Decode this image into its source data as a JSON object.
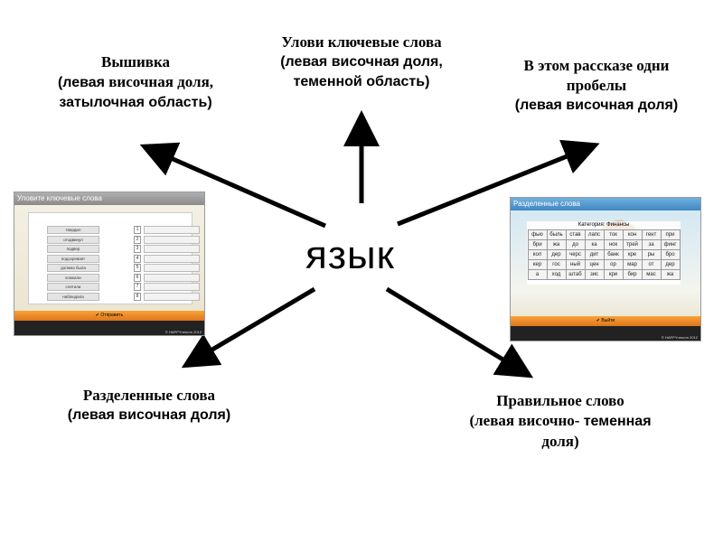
{
  "center": {
    "word": "язык"
  },
  "labels": {
    "top_left": {
      "title": "Вышивка",
      "line2": "(левая",
      "line2b": "височная доля,",
      "line3": "затылочная область)"
    },
    "top_center": {
      "title": "Улови ключевые слова",
      "line2": "(левая височная доля,",
      "line3": "теменной область)"
    },
    "top_right": {
      "title": "В этом рассказе одни",
      "title2": "пробелы",
      "line3": "(левая височная доля)"
    },
    "bottom_left": {
      "title": "Разделенные слова",
      "line2": "(левая височная доля)"
    },
    "bottom_right": {
      "title": "Правильное слово",
      "line2a": "(левая височно-",
      "line2b": "теменная",
      "line3": "доля)"
    }
  },
  "left_screenshot": {
    "title": "Уловите ключевые слова",
    "words": [
      "твердил",
      "отодвинул",
      "подвер",
      "подозревает",
      "должна была",
      "кожкали",
      "слетали",
      "наблюдала"
    ],
    "numbers": [
      "1",
      "2",
      "3",
      "4",
      "5",
      "6",
      "7",
      "8"
    ],
    "button": "Отправить",
    "copyright": "© HAPPYneuron 2012"
  },
  "right_screenshot": {
    "title": "Разделенные слова",
    "category": "Категория: Финансы",
    "grid": [
      [
        "фью",
        "быль",
        "став",
        "лапс",
        "ток",
        "кон",
        "гент",
        "при"
      ],
      [
        "бри",
        "жа",
        "до",
        "ка",
        "нок",
        "трей",
        "за",
        "финг"
      ],
      [
        "кол",
        "дер",
        "черс",
        "дит",
        "банк",
        "кре",
        "ры",
        "бро"
      ],
      [
        "кер",
        "гос",
        "ный",
        "цен",
        "ор",
        "мар",
        "от",
        "дер"
      ],
      [
        "а",
        "ход",
        "штаб",
        "зис",
        "кри",
        "бир",
        "мас",
        "жа"
      ]
    ],
    "button": "Выйти",
    "copyright": "© HAPPYneuron 2012"
  }
}
